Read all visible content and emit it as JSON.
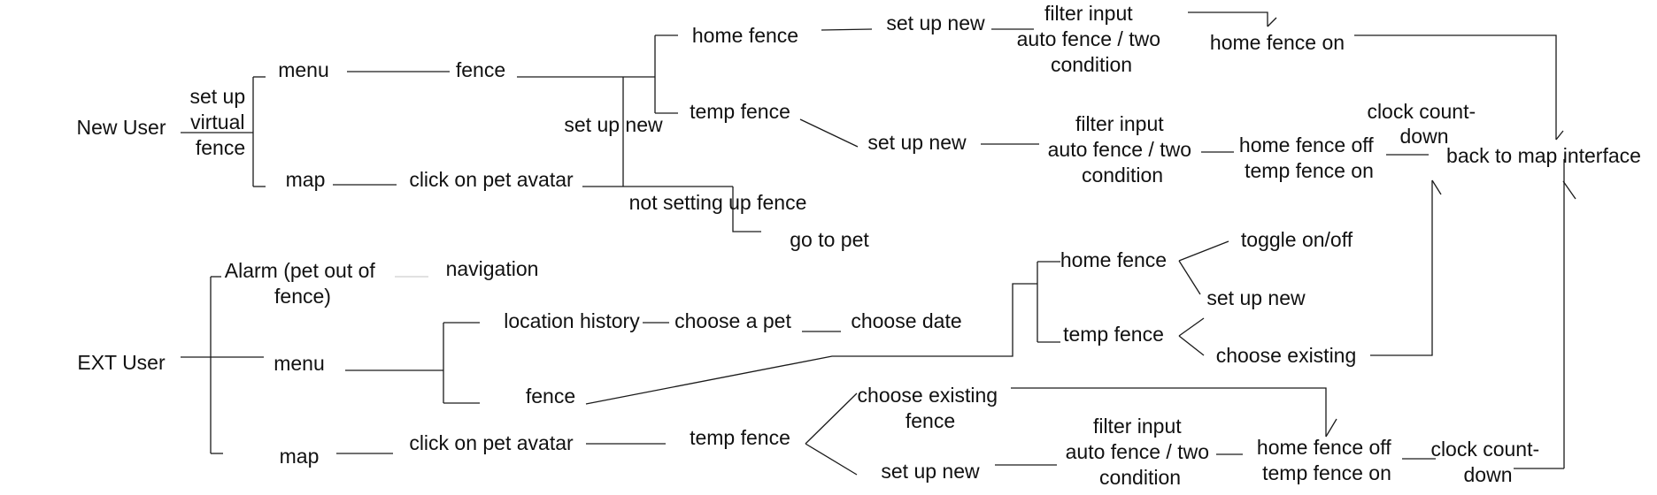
{
  "diagram": {
    "nodes": {
      "new_user": "New User",
      "set_up_virtual_fence": [
        "set up",
        "virtual",
        "fence"
      ],
      "menu_1": "menu",
      "fence_1": "fence",
      "home_fence_1": "home fence",
      "set_up_new_1": "set up new",
      "filter_input_1": [
        "filter input",
        "auto fence / two",
        "condition"
      ],
      "home_fence_on": "home fence on",
      "temp_fence_1": "temp fence",
      "set_up_new_2": "set up new",
      "filter_input_2": [
        "filter input",
        "auto fence / two",
        "condition"
      ],
      "home_off_temp_on_1": [
        "home fence off",
        "temp fence on"
      ],
      "clock_countdown_1": [
        "clock count-",
        "down"
      ],
      "back_to_map": "back to map interface",
      "set_up_new_mid": "set up new",
      "map_1": "map",
      "click_pet_avatar_1": "click on pet avatar",
      "not_setting_up_fence": "not setting up fence",
      "go_to_pet": "go to pet",
      "ext_user": "EXT User",
      "alarm": [
        "Alarm (pet out of",
        "fence)"
      ],
      "navigation": "navigation",
      "menu_2": "menu",
      "location_history": "location history",
      "choose_a_pet": "choose a pet",
      "choose_date": "choose date",
      "fence_2": "fence",
      "home_fence_2": "home fence",
      "temp_fence_2": "temp fence",
      "toggle_on_off": "toggle on/off",
      "set_up_new_3": "set up new",
      "choose_existing": "choose existing",
      "map_2": "map",
      "click_pet_avatar_2": "click on pet avatar",
      "temp_fence_3": "temp fence",
      "choose_existing_fence": [
        "choose existing",
        "fence"
      ],
      "set_up_new_4": "set up new",
      "filter_input_3": [
        "filter input",
        "auto fence / two",
        "condition"
      ],
      "home_off_temp_on_2": [
        "home fence off",
        "temp fence on"
      ],
      "clock_countdown_2": [
        "clock count-",
        "down"
      ]
    }
  }
}
